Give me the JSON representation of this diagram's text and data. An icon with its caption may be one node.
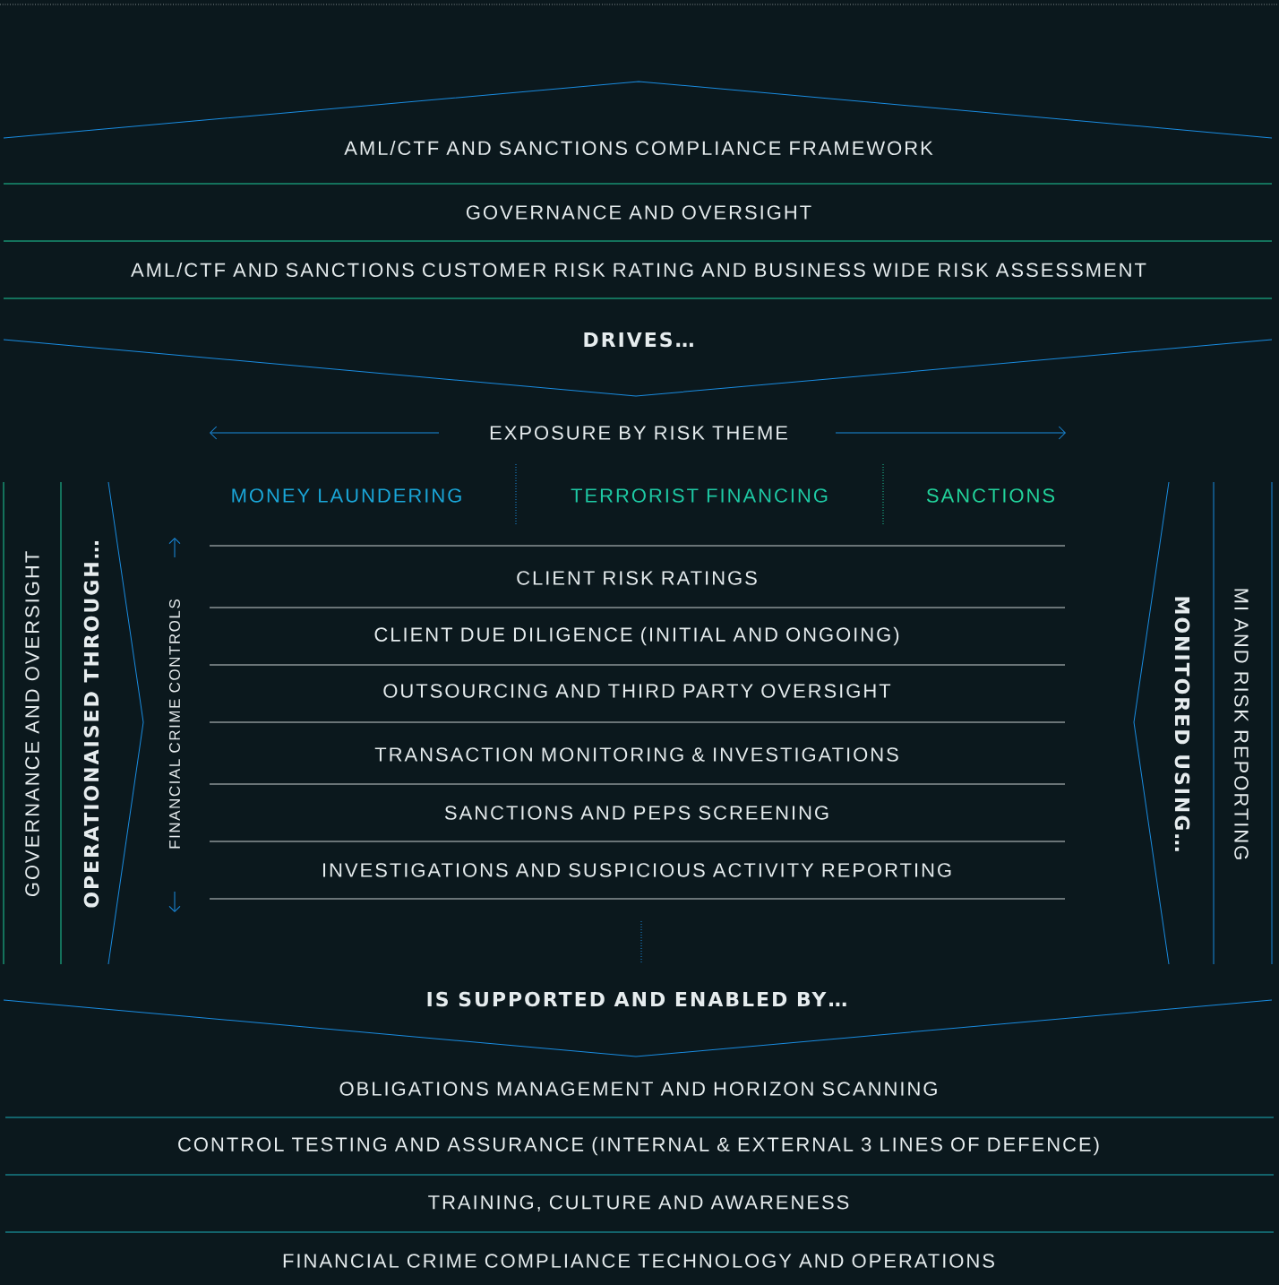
{
  "diagram": {
    "nodes": [
      {
        "text": [
          "AML/CTF AND SANCTIONS COMPLIANCE FRAMEWORK"
        ]
      },
      {
        "text": [
          "GOVERNANCE AND OVERSIGHT"
        ]
      },
      {
        "text": [
          "AML/CTF AND SANCTIONS CUSTOMER RISK RATING AND BUSINESS WIDE RISK ASSESSMENT"
        ]
      },
      {
        "text": [
          "DRIVES…"
        ]
      },
      {
        "text": [
          "GOVERNANCE AND OVERSIGHT"
        ]
      },
      {
        "text": [
          "OPERATIONAISED THROUGH…"
        ]
      },
      {
        "text": [
          "CLIENT RISK RATINGS"
        ]
      },
      {
        "text": [
          "CLIENT DUE DILIGENCE (INITIAL AND ONGOING)"
        ]
      },
      {
        "text": [
          "OUTSOURCING AND THIRD PARTY OVERSIGHT"
        ]
      },
      {
        "text": [
          "TRANSACTION MONITORING & INVESTIGATIONS"
        ]
      },
      {
        "text": [
          "SANCTIONS AND PEPS SCREENING"
        ]
      },
      {
        "text": [
          "INVESTIGATIONS AND SUSPICIOUS ACTIVITY REPORTING"
        ]
      },
      {
        "text": [
          "MONITORED USING…"
        ]
      },
      {
        "text": [
          "MI AND RISK REPORTING"
        ]
      },
      {
        "text": [
          "IS SUPPORTED AND ENABLED BY…"
        ]
      },
      {
        "text": [
          "OBLIGATIONS MANAGEMENT AND HORIZON SCANNING"
        ]
      },
      {
        "text": [
          "CONTROL TESTING AND ASSURANCE (INTERNAL & EXTERNAL 3 LINES OF DEFENCE)"
        ]
      },
      {
        "text": [
          "TRAINING, CULTURE AND AWARENESS"
        ]
      },
      {
        "text": [
          "FINANCIAL CRIME COMPLIANCE TECHNOLOGY AND OPERATIONS"
        ]
      }
    ],
    "labels": [
      "EXPOSURE BY RISK THEME",
      "MONEY LAUNDERING",
      "TERRORIST FINANCING",
      "SANCTIONS",
      "FINANCIAL CRIME CONTROLS"
    ]
  }
}
